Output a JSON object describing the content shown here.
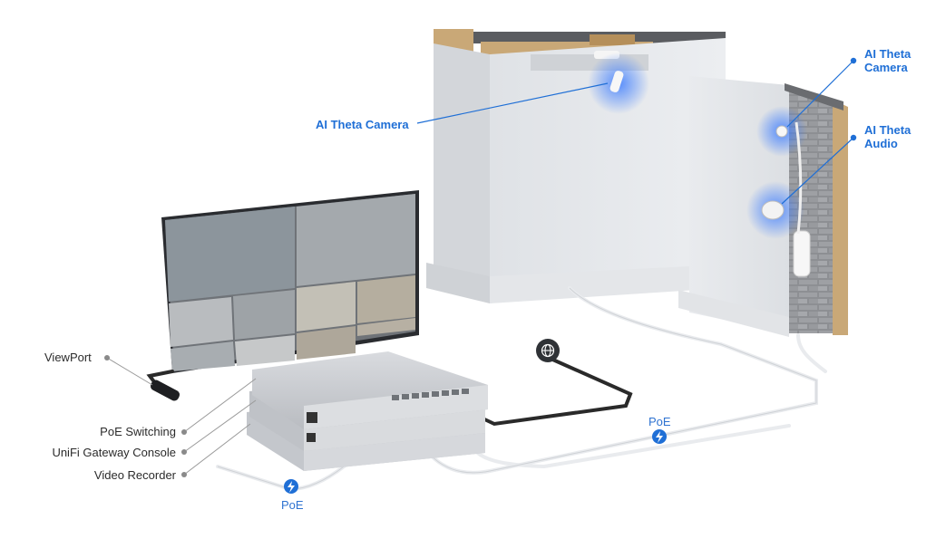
{
  "labels": {
    "ai_theta_camera_ceiling": "AI Theta Camera",
    "ai_theta_camera_wall_line1": "AI Theta",
    "ai_theta_camera_wall_line2": "Camera",
    "ai_theta_audio_line1": "AI Theta",
    "ai_theta_audio_line2": "Audio",
    "viewport": "ViewPort",
    "poe_switching": "PoE Switching",
    "unifi_gateway_console": "UniFi Gateway Console",
    "video_recorder": "Video Recorder",
    "poe_right": "PoE",
    "poe_left": "PoE"
  },
  "colors": {
    "accent_blue": "#1f6fd6",
    "label_gray": "#2b2b2b",
    "wall_gray": "#e6e8ec",
    "device_silver": "#c9ccd1",
    "cable_dark": "#2a2a2a",
    "cable_white": "#f2f2f2",
    "glow_blue": "#3d7dff"
  },
  "icons": {
    "internet": "globe-icon",
    "poe": "lightning-bolt-icon"
  }
}
